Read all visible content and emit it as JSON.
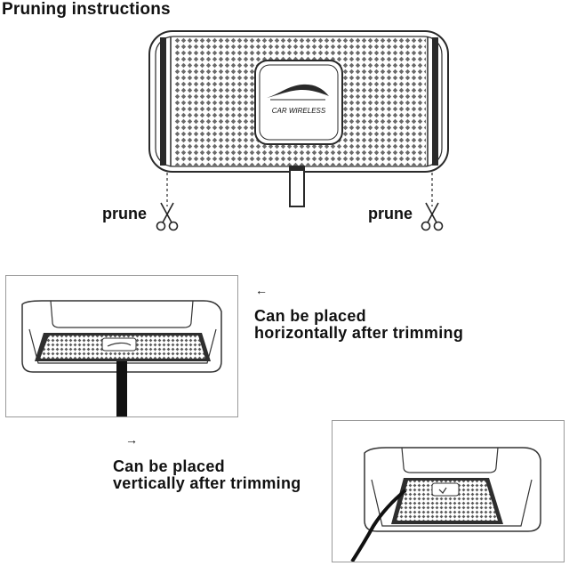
{
  "title": "Pruning instructions",
  "pad": {
    "logo_text": "CAR WIRELESS"
  },
  "prune_left": "prune",
  "prune_right": "prune",
  "horizontal": {
    "arrow": "←",
    "line1": "Can be placed",
    "line2": "horizontally after trimming"
  },
  "vertical": {
    "arrow": "→",
    "line1": "Can be placed",
    "line2": "vertically after trimming"
  },
  "colors": {
    "line": "#2a2a2a",
    "pattern": "#555555",
    "panel_border": "#9a9a9a"
  }
}
